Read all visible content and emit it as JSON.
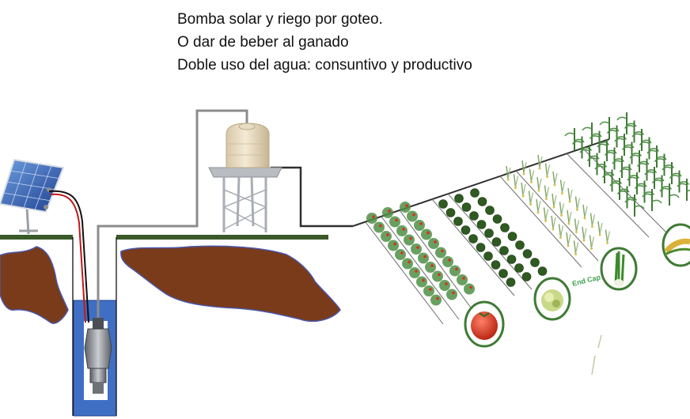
{
  "caption": {
    "line1": "Bomba solar y riego por goteo.",
    "line2": "O dar de beber al ganado",
    "line3": "Doble uso del agua: consuntivo y productivo"
  },
  "drip_label": "End Cap",
  "components": [
    {
      "name": "solar-panel-icon",
      "label": ""
    },
    {
      "name": "water-tank-icon",
      "label": ""
    },
    {
      "name": "submersible-pump-icon",
      "label": ""
    }
  ],
  "colors": {
    "ground_line": "#3a5a2a",
    "soil": "#7a3b1a",
    "soil_edge": "#4a56a8",
    "well_water": "#3f6fc4",
    "pipe": "#8c8c8c",
    "cable_red": "#c21818",
    "cable_black": "#111111",
    "tank": "#e9dcc0",
    "plant_green": "#3f7a35",
    "tomato_red": "#d5321f",
    "label_green": "#3fa34d"
  }
}
